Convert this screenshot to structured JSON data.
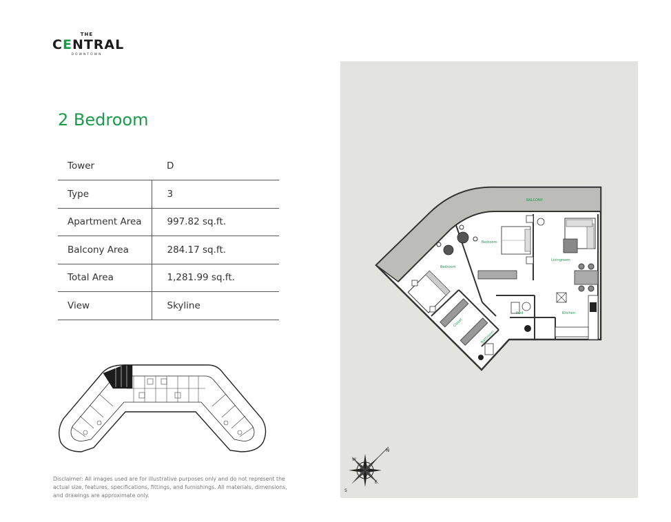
{
  "logo": {
    "the": "THE",
    "name_part1": "C",
    "name_accent": "E",
    "name_part2": "NTRAL",
    "subtitle": "DOWNTOWN"
  },
  "page_title": "2 Bedroom",
  "specs": [
    {
      "label": "Tower",
      "value": "D"
    },
    {
      "label": "Type",
      "value": "3"
    },
    {
      "label": "Apartment Area",
      "value": "997.82 sq.ft."
    },
    {
      "label": "Balcony Area",
      "value": "284.17 sq.ft."
    },
    {
      "label": "Total Area",
      "value": " 1,281.99 sq.ft."
    },
    {
      "label": "View",
      "value": "Skyline"
    }
  ],
  "floorplan": {
    "labels": {
      "balcony": "BALCONY",
      "bedroom_master": "Bedroom",
      "bedroom_second": "Bedroom",
      "living": "Livingroom",
      "kitchen": "Kitchen",
      "powder": "Pwd",
      "closet": "Closet",
      "bathroom": "Bathroom"
    }
  },
  "compass": {
    "north": "N",
    "south": "S",
    "east": "E",
    "west": "W"
  },
  "disclaimer": "Disclaimer: All images used are for illustrative purposes only and do not represent the actual size, features, specifications, fittings, and furnishings. All materials, dimensions, and drawings are approximate only.",
  "colors": {
    "brand_green": "#1a9a4b",
    "panel_bg": "#e3e3df",
    "plan_floor": "#ffffff",
    "balcony_fill": "#bcbcb8"
  }
}
